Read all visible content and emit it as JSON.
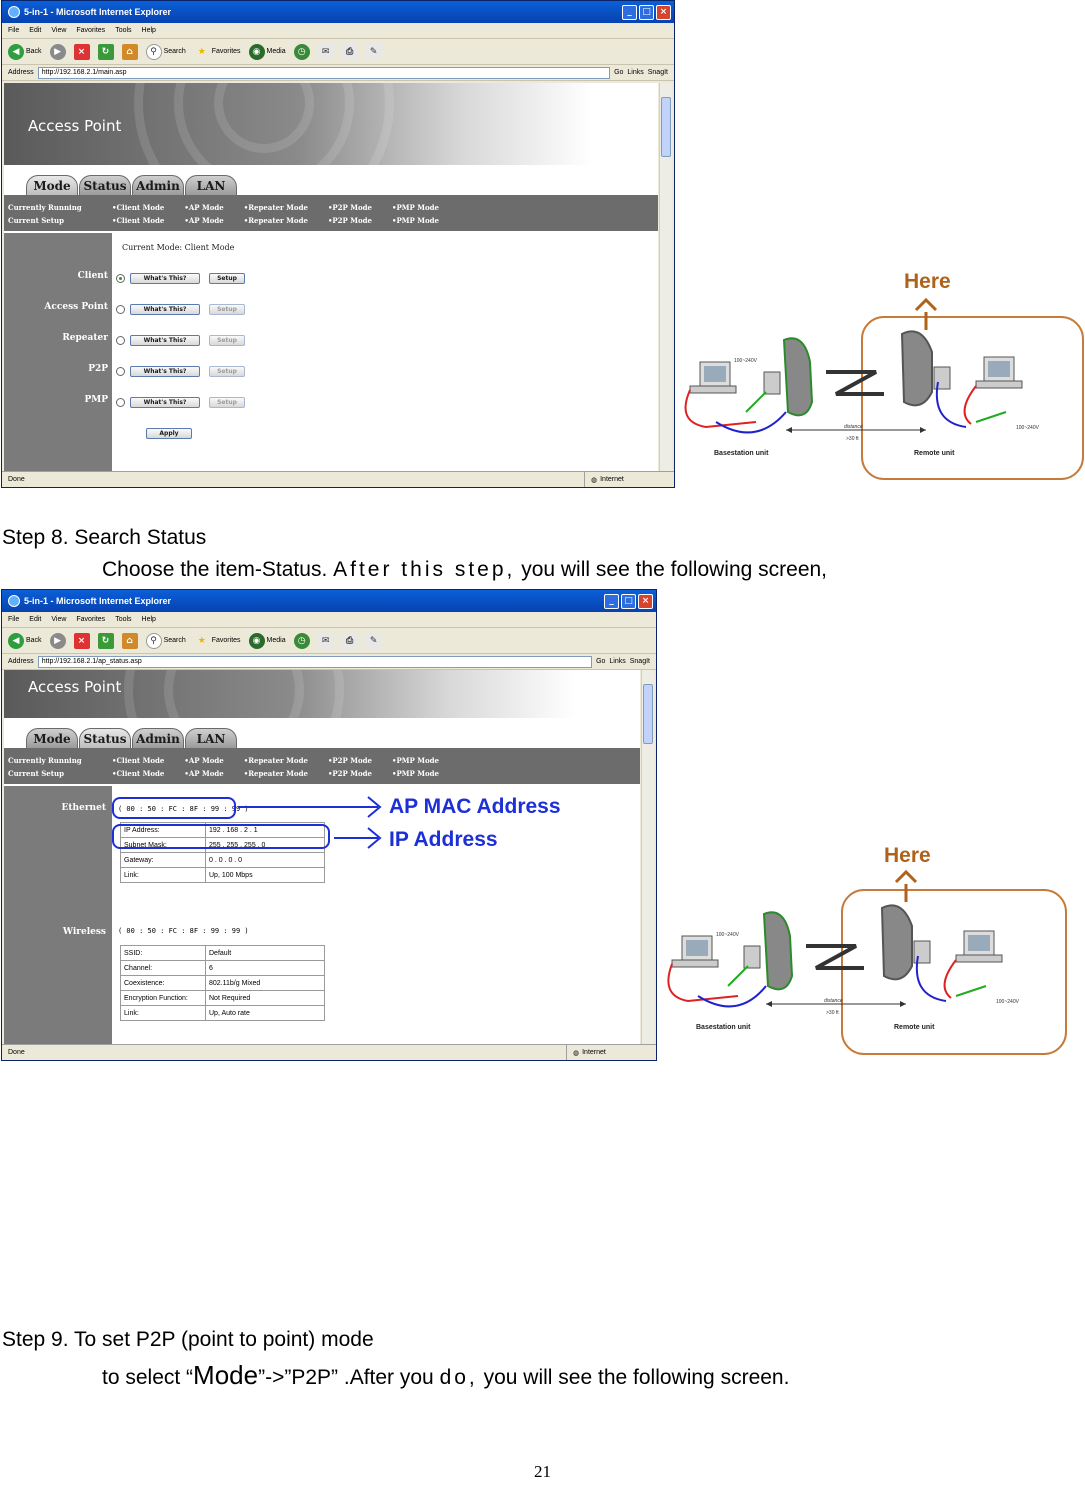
{
  "browser": {
    "title": "5-in-1 - Microsoft Internet Explorer",
    "menu": [
      "File",
      "Edit",
      "View",
      "Favorites",
      "Tools",
      "Help"
    ],
    "toolbar": {
      "back": "Back",
      "search": "Search",
      "favorites": "Favorites",
      "media": "Media"
    },
    "address_label": "Address",
    "go_label": "Go",
    "links_label": "Links",
    "snagit_label": "SnagIt",
    "status_done": "Done",
    "status_zone": "Internet"
  },
  "web": {
    "brand": "Access Point",
    "tabs": [
      "Mode",
      "Status",
      "Admin",
      "LAN"
    ],
    "currently_running": "Currently Running",
    "current_setup": "Current Setup",
    "modes": [
      "•Client Mode",
      "•AP Mode",
      "•Repeater Mode",
      "•P2P Mode",
      "•PMP Mode"
    ]
  },
  "screen1": {
    "url": "http://192.168.2.1/main.asp",
    "current_mode": "Current Mode: Client Mode",
    "rows": [
      {
        "name": "Client",
        "whats": "What's This?",
        "setup": "Setup"
      },
      {
        "name": "Access Point",
        "whats": "What's This?",
        "setup": "Setup"
      },
      {
        "name": "Repeater",
        "whats": "What's This?",
        "setup": "Setup"
      },
      {
        "name": "P2P",
        "whats": "What's This?",
        "setup": "Setup"
      },
      {
        "name": "PMP",
        "whats": "What's This?",
        "setup": "Setup"
      }
    ],
    "apply": "Apply"
  },
  "screen2": {
    "url": "http://192.168.2.1/ap_status.asp",
    "ethernet_label": "Ethernet",
    "ethernet_mac": "( 00 : 50 : FC : 8F : 99 : 99 )",
    "ethernet_table": [
      [
        "IP Address:",
        "192 . 168 . 2 . 1"
      ],
      [
        "Subnet Mask:",
        "255 . 255 . 255 . 0"
      ],
      [
        "Gateway:",
        "0 . 0 . 0 . 0"
      ],
      [
        "Link:",
        "Up, 100 Mbps"
      ]
    ],
    "wireless_label": "Wireless",
    "wireless_mac": "( 00 : 50 : FC : 8F : 99 : 99 )",
    "wireless_table": [
      [
        "SSID:",
        "Default"
      ],
      [
        "Channel:",
        "6"
      ],
      [
        "Coexistence:",
        "802.11b/g Mixed"
      ],
      [
        "Encryption Function:",
        "Not Required"
      ],
      [
        "Link:",
        "Up,  Auto rate"
      ]
    ],
    "callout_mac": "AP MAC Address",
    "callout_ip": "IP Address"
  },
  "diagram": {
    "here": "Here",
    "power_left": "100~240V",
    "power_right": "100~240V",
    "distance": "distance",
    "distance_value": ">30 ft",
    "basestation": "Basestation unit",
    "remote": "Remote unit"
  },
  "doc": {
    "step8_title": "Step 8.    Search Status",
    "step8_pre": "Choose the item-Status. ",
    "step8_spaced": "After this step,",
    "step8_post": " you will see the following screen,",
    "step9_title": "Step 9.    To set P2P (point to point) mode",
    "step9_pre": "to select “",
    "step9_big": "Mode",
    "step9_mid": "”->”P2P” .After you ",
    "step9_spaced": "do,",
    "step9_post": " you will see the following screen.",
    "page_number": "21"
  },
  "colors": {
    "ie_title": "#0a5fd8",
    "web_gray": "#6c6c6c",
    "callout_blue": "#1d2fd6",
    "here_orange": "#b0621a",
    "remote_box": "#c77b3a"
  }
}
